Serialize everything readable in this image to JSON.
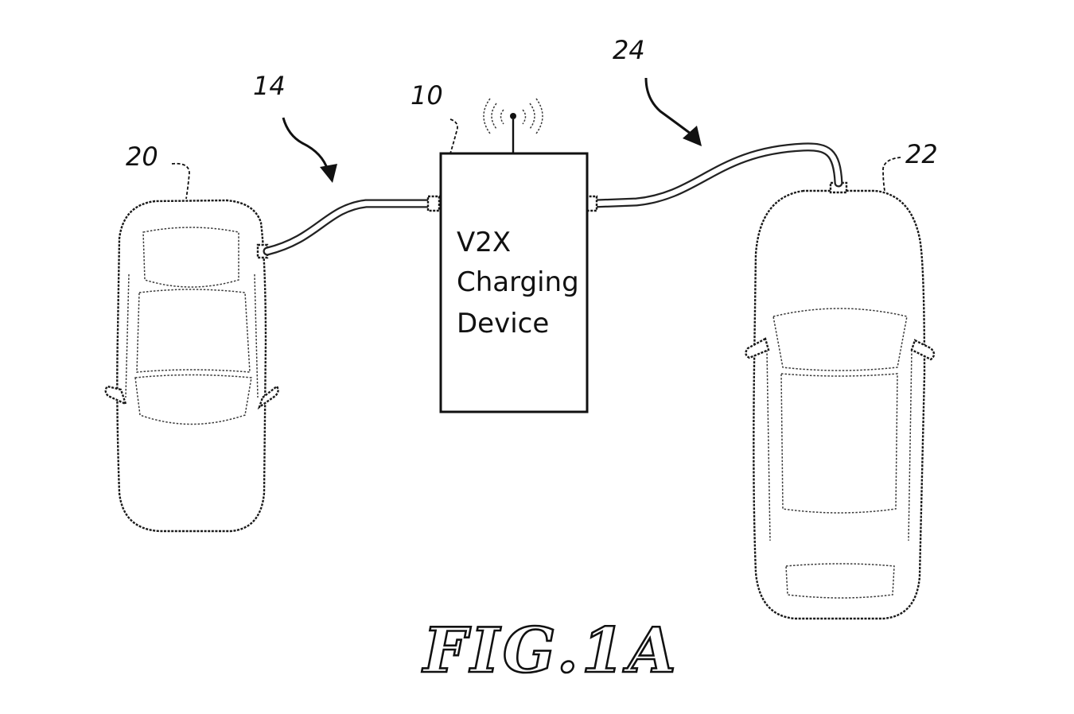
{
  "figure": {
    "title": "FIG.1A",
    "device": {
      "label_lines": [
        "V2X",
        "Charging",
        "Device"
      ]
    },
    "reference_numerals": {
      "device": "10",
      "cable_left": "14",
      "vehicle_left": "20",
      "vehicle_right": "22",
      "cable_right": "24"
    }
  }
}
